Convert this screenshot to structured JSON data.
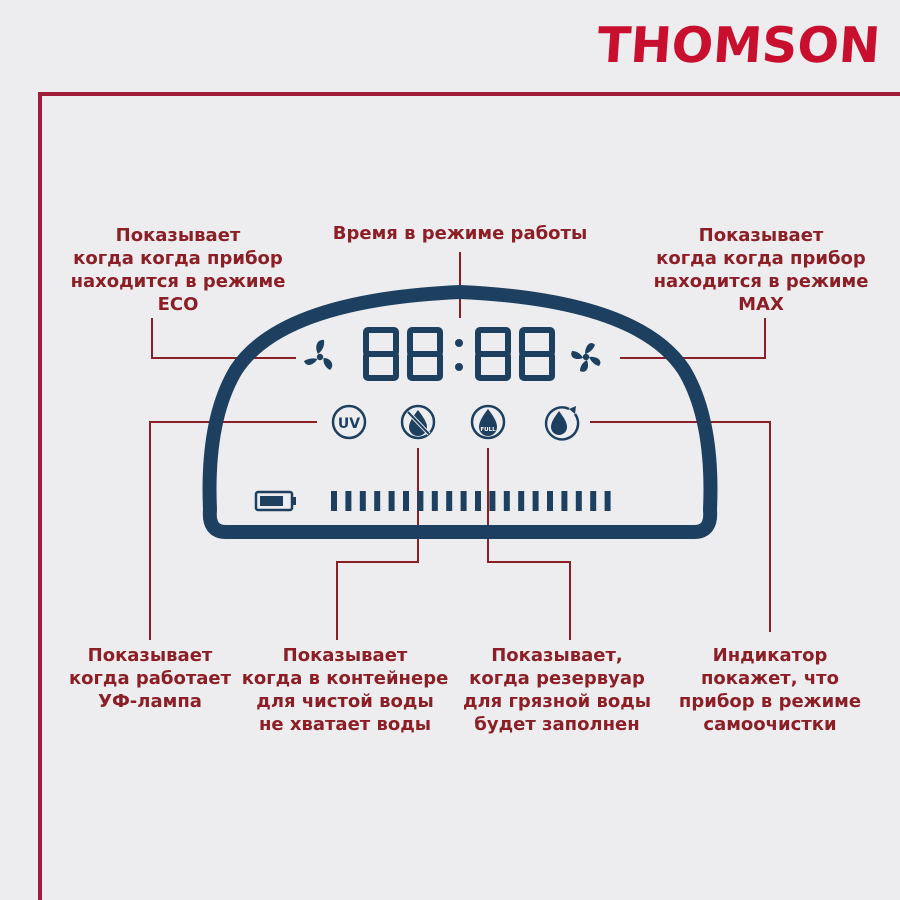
{
  "brand": {
    "name": "THOMSON",
    "color": "#c8102e"
  },
  "colors": {
    "display_outline": "#1d4060",
    "callout_line": "#8b1f25",
    "frame": "#a01d3a",
    "background": "#ededf0"
  },
  "display": {
    "time_readout": "88:88",
    "badges": [
      {
        "icon": "uv-lamp-icon",
        "text": "UV"
      },
      {
        "icon": "no-water-drop-icon"
      },
      {
        "icon": "full-drop-icon",
        "text": "FULL"
      },
      {
        "icon": "self-clean-drop-icon"
      }
    ],
    "left_fan_icon": "eco-fan-icon",
    "right_fan_icon": "max-fan-icon",
    "battery_icon": "battery-icon",
    "level_bar_segments": 20
  },
  "labels": {
    "time": "Время в режиме работы",
    "eco": "Показывает\nкогда когда прибор\nнаходится в режиме\nECO",
    "max": "Показывает\nкогда когда прибор\nнаходится в режиме\nMAX",
    "uv": "Показывает\nкогда работает\nУФ-лампа",
    "clean_water": "Показывает\nкогда в контейнере\nдля чистой воды\nне хватает воды",
    "dirty_water": "Показывает,\nкогда резервуар\nдля грязной воды\nбудет заполнен",
    "self_clean": "Индикатор\nпокажет, что\nприбор в режиме\nсамоочистки"
  }
}
